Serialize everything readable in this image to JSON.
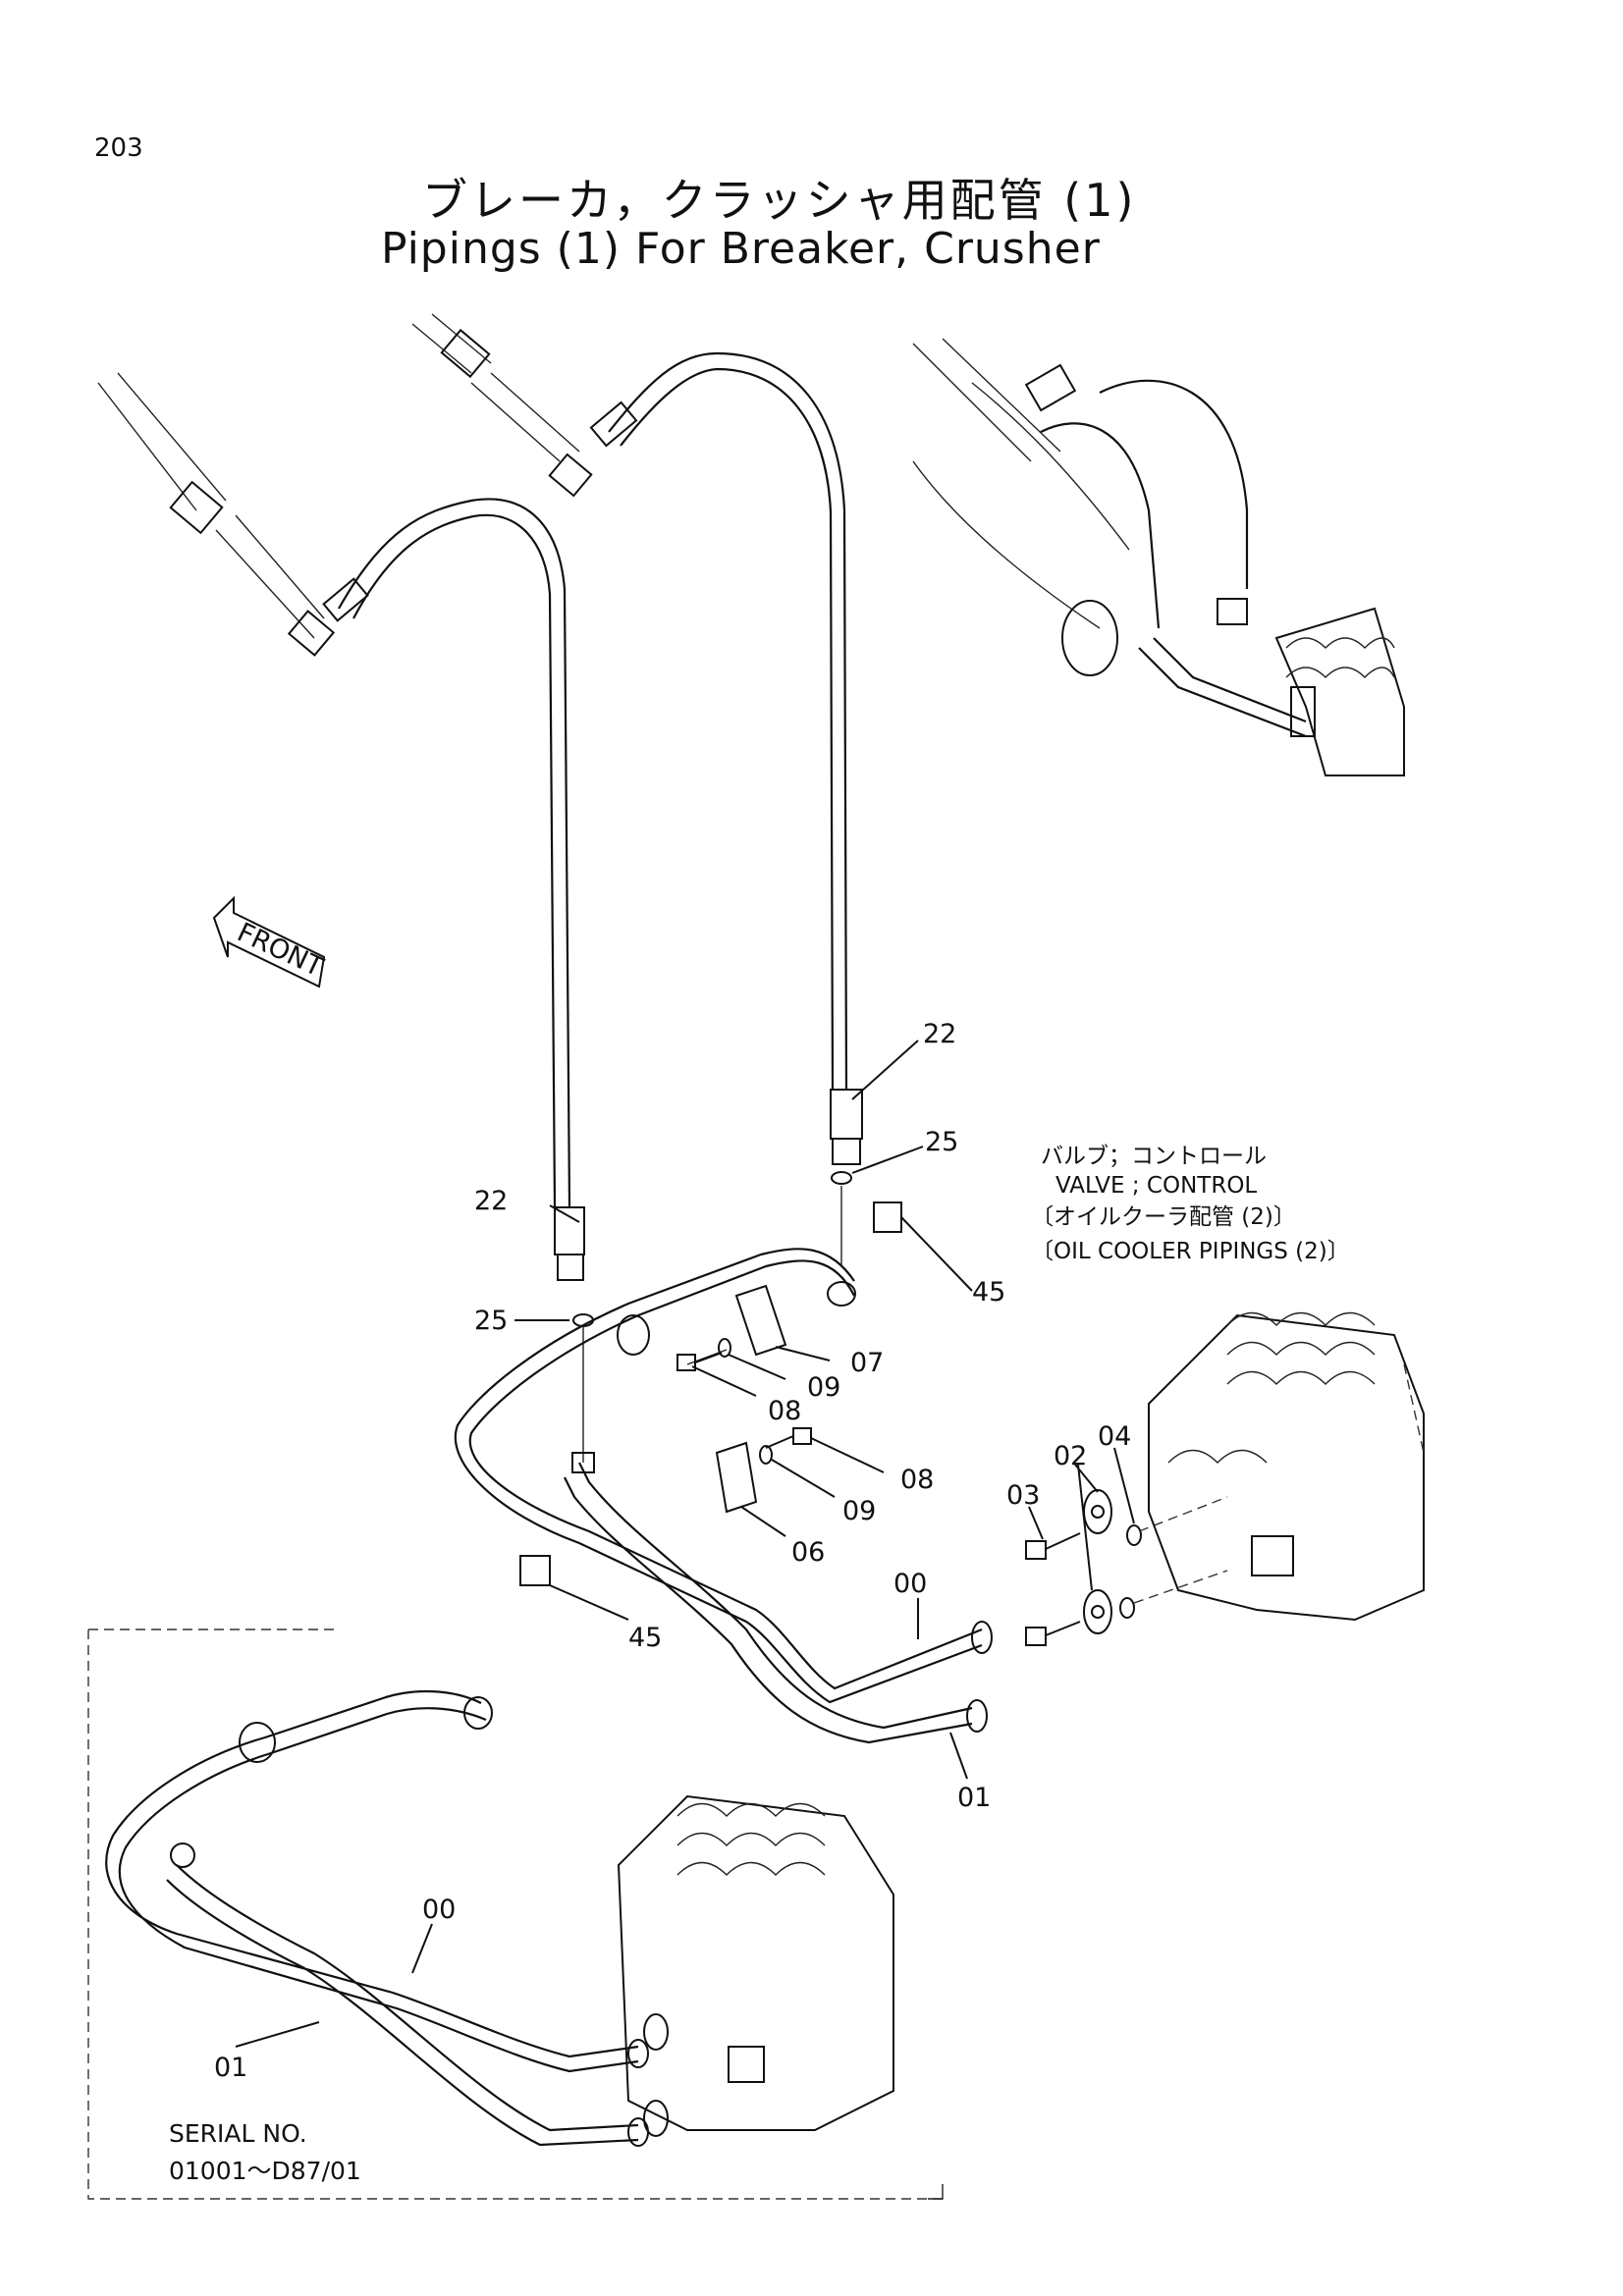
{
  "page_number": "203",
  "title_jp": "ブレーカ，クラッシャ用配管 (1)",
  "title_en": "Pipings (1) For Breaker, Crusher",
  "front_arrow_label": "FRONT",
  "callouts": {
    "upper_22_right": "22",
    "upper_25_right": "25",
    "left_22": "22",
    "left_25": "25",
    "right_45": "45",
    "c07": "07",
    "c09_upper": "09",
    "c08_upper": "08",
    "c08_lower": "08",
    "c09_lower": "09",
    "c06": "06",
    "c04": "04",
    "c02": "02",
    "c03": "03",
    "c00_main": "00",
    "c45_lower": "45",
    "c01_main": "01",
    "c00_inset": "00",
    "c01_inset": "01"
  },
  "valve_note": {
    "line1": "バルブ；コントロール",
    "line2": "VALVE ; CONTROL",
    "line3": "〔オイルクーラ配管 (2)〕",
    "line4": "〔OIL  COOLER  PIPINGS (2)〕"
  },
  "serial": {
    "line1": "SERIAL   NO.",
    "line2": "01001～D87/01"
  }
}
